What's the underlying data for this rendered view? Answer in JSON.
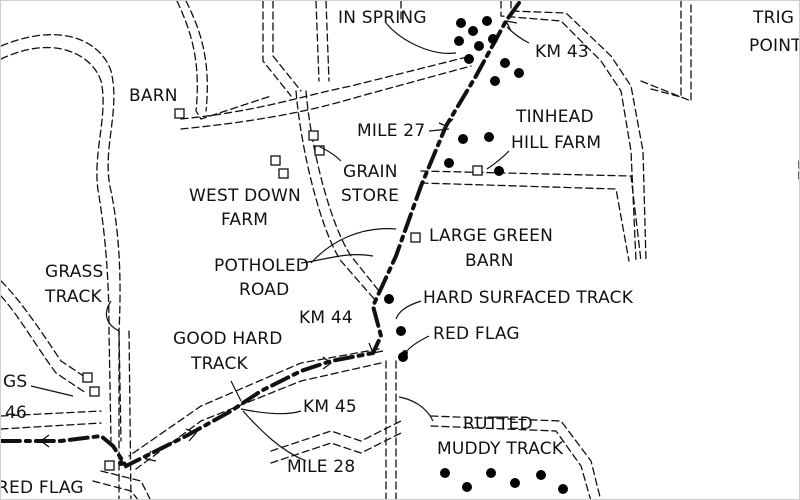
{
  "labels": {
    "in_spring": "IN SPRING",
    "trig_point_1": "TRIG",
    "trig_point_2": "POINT",
    "km_43": "KM 43",
    "barn": "BARN",
    "tinhead_1": "TINHEAD",
    "tinhead_2": "HILL FARM",
    "mile_27": "MILE 27",
    "grain_1": "GRAIN",
    "grain_2": "STORE",
    "west_down_1": "WEST DOWN",
    "west_down_2": "FARM",
    "large_green_1": "LARGE GREEN",
    "large_green_2": "BARN",
    "potholed_1": "POTHOLED",
    "potholed_2": "ROAD",
    "grass_1": "GRASS",
    "grass_2": "TRACK",
    "hard_surfaced": "HARD SURFACED TRACK",
    "km_44": "KM 44",
    "red_flag_right": "RED FLAG",
    "good_hard_1": "GOOD HARD",
    "good_hard_2": "TRACK",
    "km_45": "KM 45",
    "rutted_1": "RUTTED",
    "rutted_2": "MUDDY TRACK",
    "mile_28": "MILE 28",
    "red_flag_left": "RED FLAG",
    "partial_gs": "GS",
    "partial_46": "46"
  },
  "colors": {
    "ink": "#111111",
    "paper": "#ffffff",
    "frame": "#cfcfcf"
  },
  "icons": [
    "tree-icon",
    "building-icon",
    "direction-arrow-icon"
  ]
}
